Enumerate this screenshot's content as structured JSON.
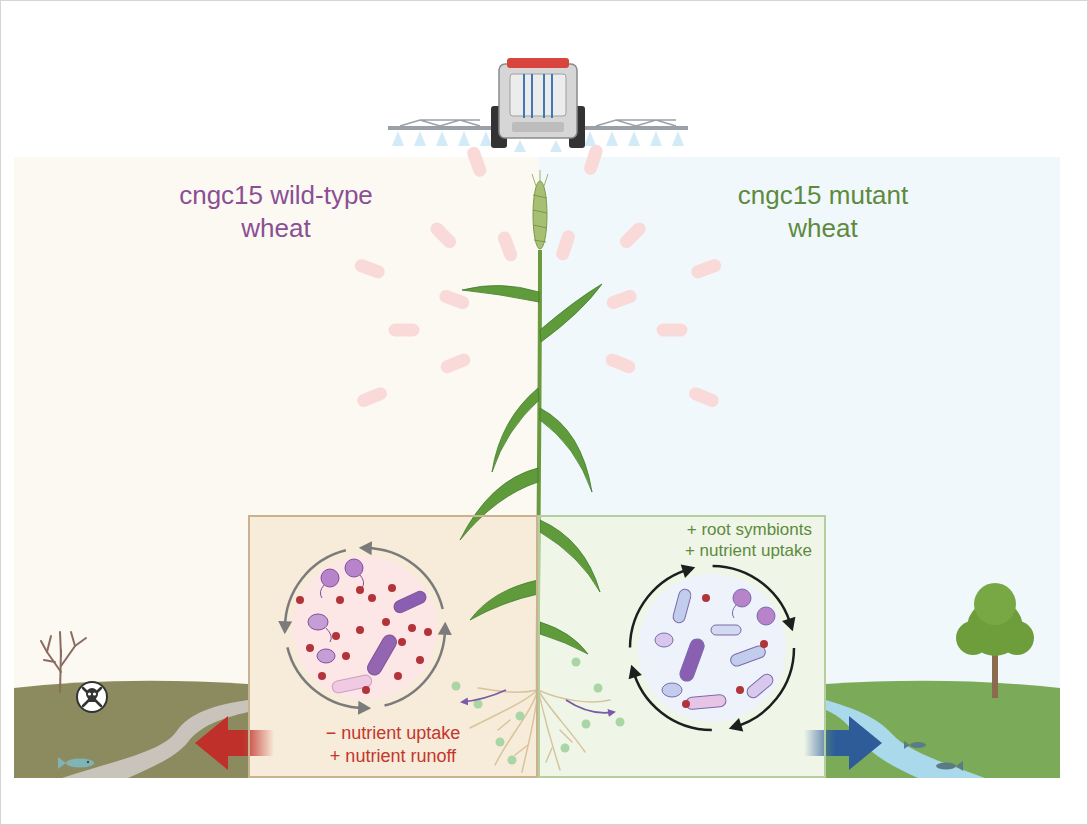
{
  "diagram": {
    "nodes": [
      {
        "text": [
          "cngc15 wild-type wheat"
        ]
      },
      {
        "text": [
          "− nutrient uptake",
          "+ nutrient runoff"
        ],
        "in": 0
      },
      {
        "text": [
          "cngc15 mutant wheat"
        ]
      },
      {
        "text": [
          "+ root symbionts",
          "+ nutrient uptake"
        ],
        "in": 2
      }
    ]
  }
}
